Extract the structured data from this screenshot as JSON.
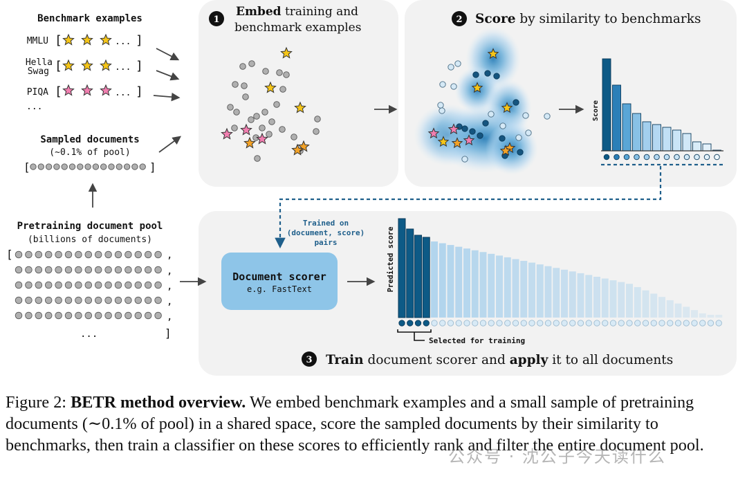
{
  "left": {
    "benchmark_title": "Benchmark examples",
    "benchmarks": [
      {
        "label": "MMLU",
        "star_color": "#f5c518"
      },
      {
        "label": "Hella Swag",
        "line1": "Hella",
        "line2": "Swag",
        "star_color": "#f5c518"
      },
      {
        "label": "PIQA",
        "star_color": "#f17fb0"
      }
    ],
    "ellipsis": "...",
    "list_ellipsis": "...",
    "bracket_open": "[",
    "bracket_close": "]",
    "sampled_title": "Sampled documents",
    "sampled_sub": "(~0.1% of pool)",
    "pool_title": "Pretraining document pool",
    "pool_sub": "(billions of documents)",
    "pool_ellipsis": "...",
    "row_comma": ","
  },
  "step1": {
    "number": "1",
    "title_bold": "Embed",
    "title_rest": " training and",
    "title_line2": "benchmark examples"
  },
  "step2": {
    "number": "2",
    "title_bold": "Score",
    "title_rest": " by similarity to benchmarks",
    "axis_label": "Score"
  },
  "step3": {
    "number": "3",
    "title_bold1": "Train",
    "title_mid": " document scorer and ",
    "title_bold2": "apply",
    "title_end": " it to all documents",
    "trained_on_1": "Trained on",
    "trained_on_2": "(document, score)",
    "trained_on_3": "pairs",
    "scorer_title": "Document scorer",
    "scorer_sub": "e.g. FastText",
    "axis_label": "Predicted score",
    "selected_label": "Selected for training"
  },
  "caption": {
    "figure": "Figure 2:",
    "title": "BETR method overview.",
    "text": "We embed benchmark examples and a small sample of pretraining documents (∼0.1% of pool) in a shared space, score the sampled documents by their similarity to benchmarks, then train a classifier on these scores to efficiently rank and filter the entire document pool."
  },
  "watermark": "公众号 · 沈公子今天读什么",
  "colors": {
    "panel_bg": "#f2f2f2",
    "dark_blue": "#0d5a86",
    "light_blue": "#c9e3f3",
    "scorer_box": "#8ec5e8",
    "dot_gray": "#b0b0b0",
    "star_yellow": "#f5c518",
    "star_orange": "#f3a227",
    "star_pink": "#f17fb0"
  }
}
